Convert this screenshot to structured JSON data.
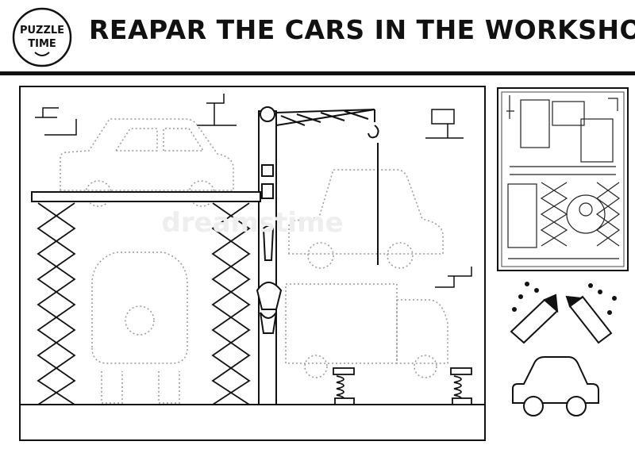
{
  "logo": {
    "line1": "PUZZLE",
    "line2": "TIME"
  },
  "title": "REAPAR THE CARS IN THE WORKSHOP",
  "scene": {
    "watermark": "dreamstime",
    "illustrations": [
      "dotted-car-top-left",
      "dotted-car-middle",
      "front-car-on-lift",
      "delivery-truck",
      "crane",
      "scissor-lift-left",
      "scissor-lift-right",
      "springs",
      "brick-patches"
    ]
  },
  "reference_panel": {
    "icon": "reference-picture-icon"
  },
  "tools": {
    "icon": "pencils-icon",
    "dots": 8
  },
  "outline_car": {
    "icon": "car-outline-icon"
  }
}
